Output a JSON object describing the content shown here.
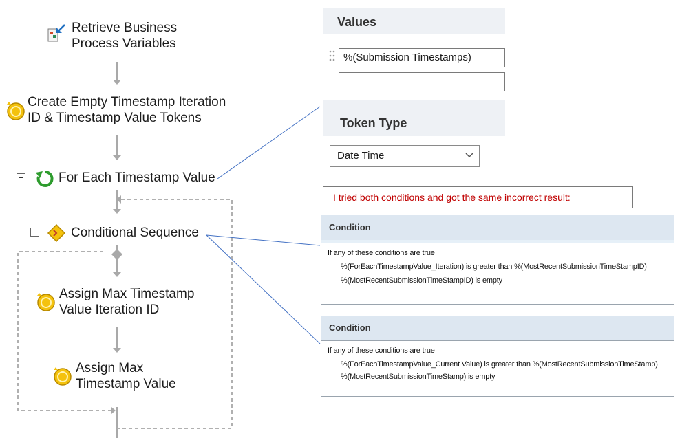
{
  "workflow": {
    "steps": [
      {
        "label_lines": [
          "Retrieve Business",
          "Process Variables"
        ],
        "icon": "retrieve-variables-icon"
      },
      {
        "label_lines": [
          "Create Empty Timestamp Iteration",
          "ID & Timestamp Value Tokens"
        ],
        "icon": "coin-token-icon"
      },
      {
        "label_lines": [
          "For Each Timestamp Value"
        ],
        "icon": "loop-arrow-icon"
      },
      {
        "label_lines": [
          "Conditional Sequence"
        ],
        "icon": "diamond-condition-icon"
      },
      {
        "label_lines": [
          "Assign Max Timestamp",
          "Value Iteration ID"
        ],
        "icon": "coin-token-icon"
      },
      {
        "label_lines": [
          "Assign Max",
          "Timestamp Value"
        ],
        "icon": "coin-token-icon"
      }
    ]
  },
  "values_panel": {
    "header": "Values",
    "value_1": "%(Submission Timestamps)",
    "value_2": ""
  },
  "token_type_panel": {
    "header": "Token Type",
    "selected": "Date Time"
  },
  "note": "I tried both conditions and got the same incorrect result:",
  "conditions": [
    {
      "header": "Condition",
      "intro": "If any of these conditions are true",
      "lines": [
        "%(ForEachTimestampValue_Iteration) is greater than %(MostRecentSubmissionTimeStampID)",
        "%(MostRecentSubmissionTimeStampID) is empty"
      ]
    },
    {
      "header": "Condition",
      "intro": "If any of these conditions are true",
      "lines": [
        "%(ForEachTimestampValue_Current Value) is greater than %(MostRecentSubmissionTimeStamp)",
        "%(MostRecentSubmissionTimeStamp) is empty"
      ]
    }
  ],
  "colors": {
    "callout_line": "#4472c4",
    "note_text": "#c00000",
    "connector": "#a9a9a9"
  }
}
